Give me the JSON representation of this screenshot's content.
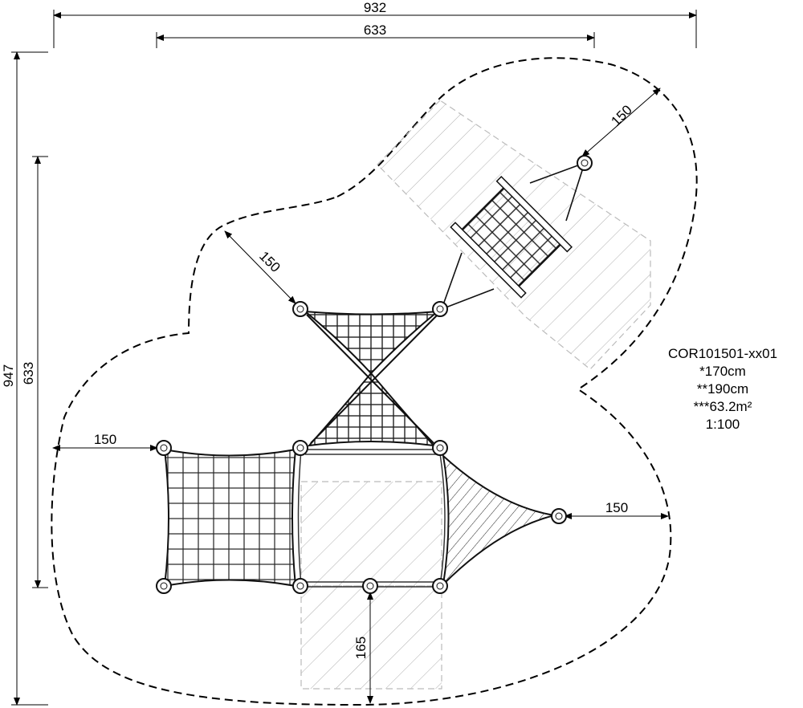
{
  "dimensions": {
    "overall_width": "932",
    "inner_width": "633",
    "overall_height": "947",
    "inner_height": "633",
    "clearance_top_right": "150",
    "clearance_upper_left": "150",
    "clearance_left": "150",
    "clearance_right": "150",
    "clearance_bottom": "165"
  },
  "product_info": {
    "code": "COR101501-xx01",
    "height_1": "*170cm",
    "height_2": "**190cm",
    "area": "***63.2m²",
    "scale": "1:100"
  }
}
